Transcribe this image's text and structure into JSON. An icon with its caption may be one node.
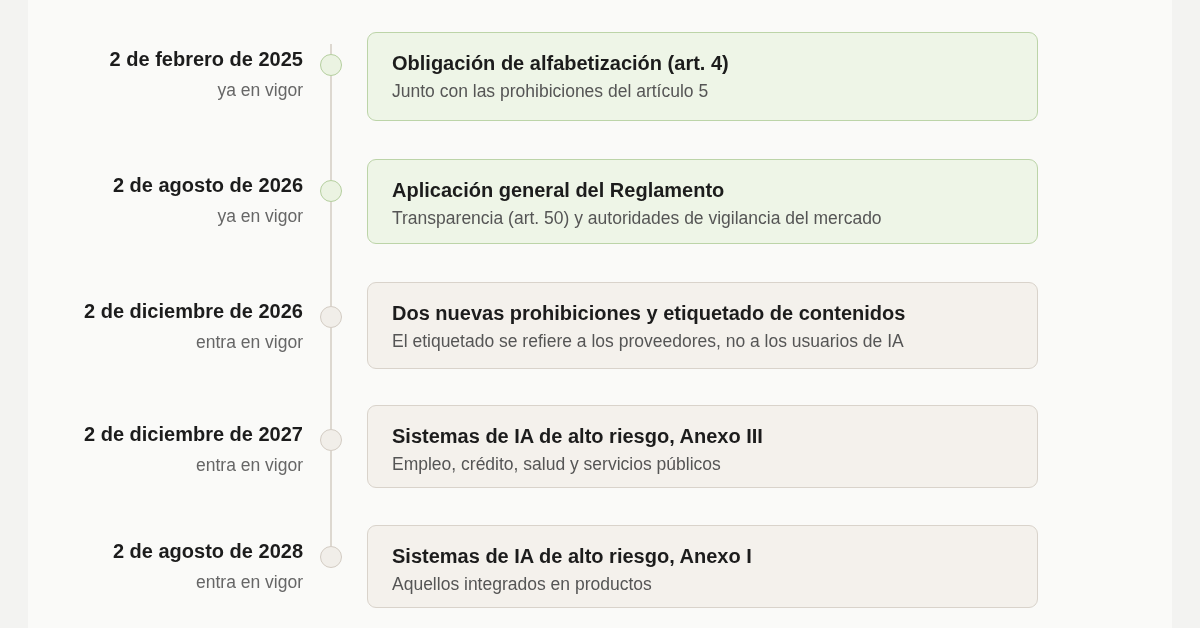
{
  "diagram": {
    "nodes": [
      {
        "text": [],
        "shape": "circle",
        "beside": [
          "2 de febrero de 2025",
          "ya en vigor"
        ]
      },
      {
        "text": [
          "Obligación de alfabetización (art. 4)",
          "Junto con las prohibiciones del artículo 5"
        ]
      },
      {
        "text": [],
        "shape": "circle",
        "beside": [
          "2 de agosto de 2026",
          "ya en vigor"
        ]
      },
      {
        "text": [
          "Aplicación general del Reglamento",
          "Transparencia (art. 50) y autoridades de vigilancia del mercado"
        ]
      },
      {
        "text": [],
        "shape": "circle",
        "beside": [
          "2 de diciembre de 2026",
          "entra en vigor"
        ]
      },
      {
        "text": [
          "Dos nuevas prohibiciones y etiquetado de contenidos",
          "El etiquetado se refiere a los proveedores, no a los usuarios de IA"
        ]
      },
      {
        "text": [],
        "shape": "circle",
        "beside": [
          "2 de diciembre de 2027",
          "entra en vigor"
        ]
      },
      {
        "text": [
          "Sistemas de IA de alto riesgo, Anexo III",
          "Empleo, crédito, salud y servicios públicos"
        ]
      },
      {
        "text": [],
        "shape": "circle",
        "beside": [
          "2 de agosto de 2028",
          "entra en vigor"
        ]
      },
      {
        "text": [
          "Sistemas de IA de alto riesgo, Anexo I",
          "Aquellos integrados en productos"
        ]
      }
    ],
    "edges": [
      {
        "from": null,
        "to": 0,
        "arrow": "none"
      },
      {
        "from": 0,
        "to": 2,
        "arrow": "none"
      },
      {
        "from": 2,
        "to": 4,
        "arrow": "none"
      },
      {
        "from": 4,
        "to": 6,
        "arrow": "none"
      },
      {
        "from": 6,
        "to": 8,
        "arrow": "none"
      }
    ]
  }
}
